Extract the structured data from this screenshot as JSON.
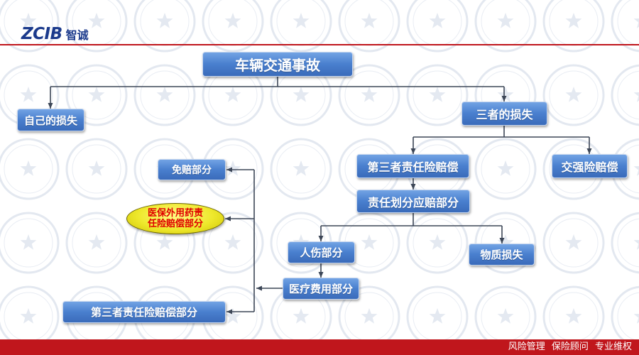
{
  "header": {
    "logo_mark": "ZCIB",
    "logo_name": "智诚"
  },
  "diagram": {
    "root": "车辆交通事故",
    "own_loss": "自己的损失",
    "third_party_loss": "三者的损失",
    "third_party_liability_compensation": "第三者责任险赔偿",
    "compulsory_insurance_compensation": "交强险赔偿",
    "liability_apportioned_part": "责任划分应赔部分",
    "personal_injury_part": "人伤部分",
    "property_loss": "物质损失",
    "medical_expense_part": "医疗费用部分",
    "deductible_part": "免赔部分",
    "non_medicare_drug_part": [
      "医保外用药责",
      "任险赔偿部分"
    ],
    "third_party_liability_compensation_part": "第三者责任险赔偿部分"
  },
  "footer": {
    "slogan": "风险管理 保险顾问 专业维权"
  },
  "colors": {
    "brand_red": "#c0161c",
    "logo_blue": "#1b3a8c",
    "node_blue": "#4a80cf",
    "ellipse_yellow": "#eee82c",
    "ellipse_text": "#e00000",
    "connector": "#3c4657"
  }
}
